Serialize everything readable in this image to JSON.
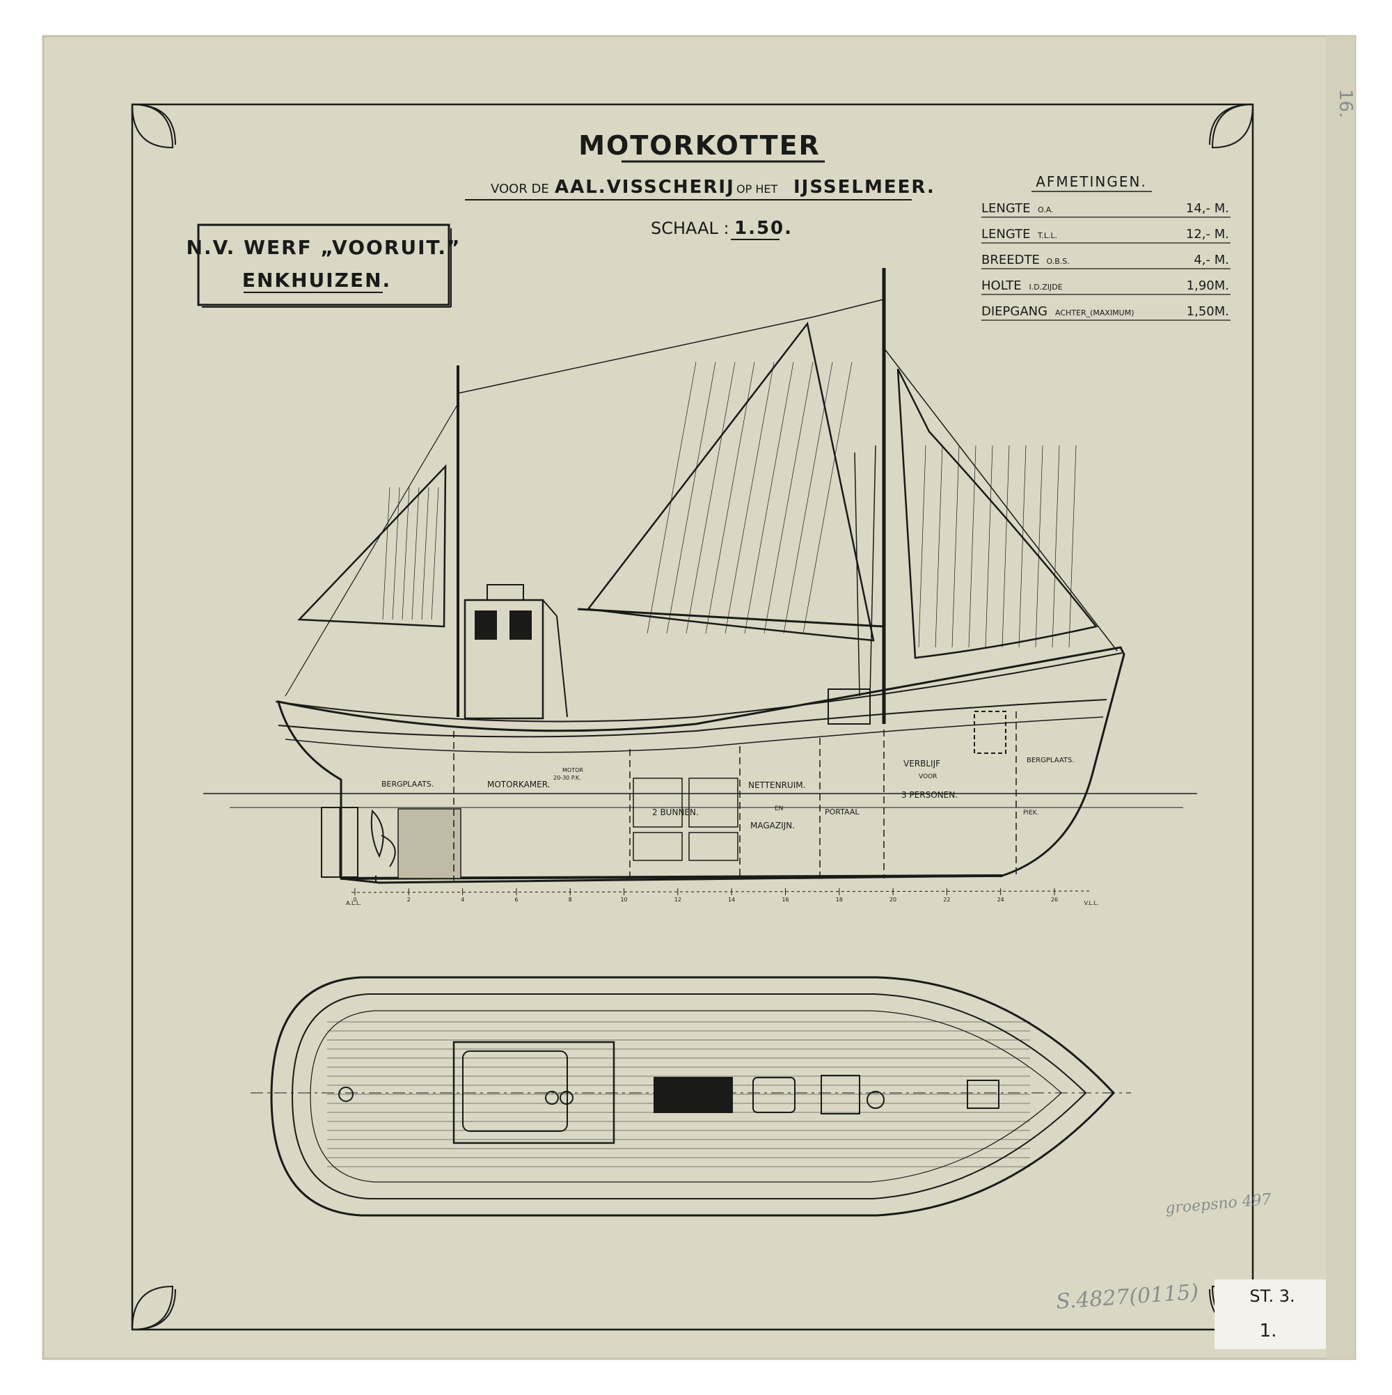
{
  "drawing": {
    "title": "MOTORKOTTER",
    "subtitle_voor_de": "VOOR DE",
    "subtitle_fishery": "AAL.VISSCHERIJ",
    "subtitle_op_het": "OP HET",
    "subtitle_lake": "IJSSELMEER.",
    "scale_label": "SCHAAL :",
    "scale_value": "1.50.",
    "builder_name": "N.V. WERF „VOORUIT.”",
    "builder_city": "ENKHUIZEN."
  },
  "dimensions": {
    "heading": "AFMETINGEN.",
    "rows": [
      {
        "name": "LENGTE",
        "qualifier": "O.A.",
        "value": "14,- M."
      },
      {
        "name": "LENGTE",
        "qualifier": "T.L.L.",
        "value": "12,- M."
      },
      {
        "name": "BREEDTE",
        "qualifier": "O.B.S.",
        "value": "4,- M."
      },
      {
        "name": "HOLTE",
        "qualifier": "I.D.ZIJDE",
        "value": "1,90M."
      },
      {
        "name": "DIEPGANG",
        "qualifier": "ACHTER_(MAXIMUM)",
        "value": "1,50M."
      }
    ]
  },
  "compartments": {
    "bergplaats_aft": "BERGPLAATS.",
    "motorkamer": "MOTORKAMER.",
    "motor_1": "MOTOR",
    "motor_2": "20-30 P.K.",
    "bunnen": "2 BUNNEN.",
    "nettenruim": "NETTENRUIM.",
    "en": "EN",
    "magazijn": "MAGAZIJN.",
    "portaal": "PORTAAL",
    "verblijf_1": "VERBLIJF",
    "verblijf_2": "VOOR",
    "verblijf_3": "3 PERSONEN.",
    "bergplaats_fwd": "BERGPLAATS.",
    "piek": "PIEK."
  },
  "frame_scale": {
    "marks": [
      "0",
      "2",
      "4",
      "6",
      "8",
      "10",
      "12",
      "14",
      "16",
      "18",
      "20",
      "22",
      "24",
      "26"
    ],
    "label_aft": "A.L.L.",
    "label_fwd": "V.L.L."
  },
  "annotations": {
    "pencil_note": "groepsno 497",
    "archive_number": "S.4827(0115)",
    "label_line1": "ST. 3.",
    "label_line2": "1.",
    "edge_number": "16."
  }
}
